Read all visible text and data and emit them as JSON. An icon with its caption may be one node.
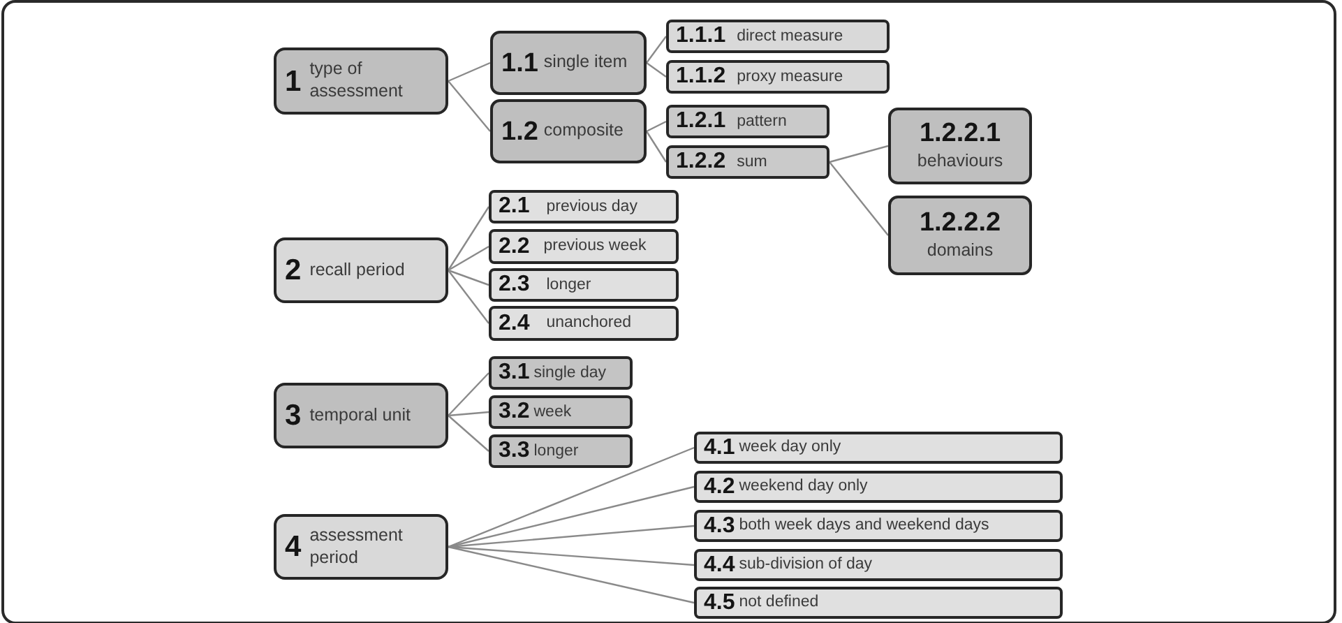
{
  "diagram": {
    "nodes": [
      {
        "text": [
          "1",
          "type of assessment"
        ]
      },
      {
        "text": [
          "1.1",
          "single item"
        ]
      },
      {
        "text": [
          "1.1.1",
          "direct measure"
        ]
      },
      {
        "text": [
          "1.1.2",
          "proxy measure"
        ]
      },
      {
        "text": [
          "1.2",
          "composite"
        ]
      },
      {
        "text": [
          "1.2.1",
          "pattern"
        ]
      },
      {
        "text": [
          "1.2.2",
          "sum"
        ]
      },
      {
        "text": [
          "1.2.2.1",
          "behaviours"
        ]
      },
      {
        "text": [
          "1.2.2.2",
          "domains"
        ]
      },
      {
        "text": [
          "2",
          "recall period"
        ]
      },
      {
        "text": [
          "2.1",
          "previous day"
        ]
      },
      {
        "text": [
          "2.2",
          "previous week"
        ]
      },
      {
        "text": [
          "2.3",
          "longer"
        ]
      },
      {
        "text": [
          "2.4",
          "unanchored"
        ]
      },
      {
        "text": [
          "3",
          "temporal unit"
        ]
      },
      {
        "text": [
          "3.1",
          "single day"
        ]
      },
      {
        "text": [
          "3.2",
          "week"
        ]
      },
      {
        "text": [
          "3.3",
          "longer"
        ]
      },
      {
        "text": [
          "4",
          "assessment period"
        ]
      },
      {
        "text": [
          "4.1",
          "week day only"
        ]
      },
      {
        "text": [
          "4.2",
          "weekend day only"
        ]
      },
      {
        "text": [
          "4.3",
          "both week days and weekend days"
        ]
      },
      {
        "text": [
          "4.4",
          "sub-division of day"
        ]
      },
      {
        "text": [
          "4.5",
          "not defined"
        ]
      }
    ],
    "edges": [
      {
        "from": 0,
        "to": 1,
        "arrow": "none"
      },
      {
        "from": 0,
        "to": 4,
        "arrow": "none"
      },
      {
        "from": 1,
        "to": 2,
        "arrow": "none"
      },
      {
        "from": 1,
        "to": 3,
        "arrow": "none"
      },
      {
        "from": 4,
        "to": 5,
        "arrow": "none"
      },
      {
        "from": 4,
        "to": 6,
        "arrow": "none"
      },
      {
        "from": 6,
        "to": 7,
        "arrow": "none"
      },
      {
        "from": 6,
        "to": 8,
        "arrow": "none"
      },
      {
        "from": 9,
        "to": 10,
        "arrow": "none"
      },
      {
        "from": 9,
        "to": 11,
        "arrow": "none"
      },
      {
        "from": 9,
        "to": 12,
        "arrow": "none"
      },
      {
        "from": 9,
        "to": 13,
        "arrow": "none"
      },
      {
        "from": 14,
        "to": 15,
        "arrow": "none"
      },
      {
        "from": 14,
        "to": 16,
        "arrow": "none"
      },
      {
        "from": 14,
        "to": 17,
        "arrow": "none"
      },
      {
        "from": 18,
        "to": 19,
        "arrow": "none"
      },
      {
        "from": 18,
        "to": 20,
        "arrow": "none"
      },
      {
        "from": 18,
        "to": 21,
        "arrow": "none"
      },
      {
        "from": 18,
        "to": 22,
        "arrow": "none"
      },
      {
        "from": 18,
        "to": 23,
        "arrow": "none"
      }
    ]
  }
}
